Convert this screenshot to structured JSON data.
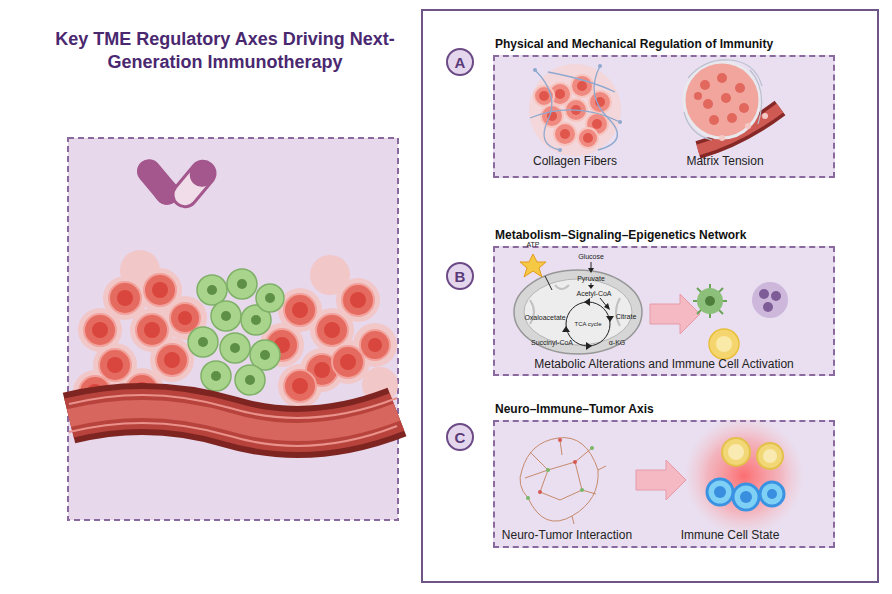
{
  "diagram": {
    "title": "Key TME Regulatory Axes Driving Next-Generation Immunotherapy",
    "nodes": [
      {
        "text": [
          "A"
        ]
      },
      {
        "text": [
          "Physical and Mechanical Regulation of Immunity"
        ]
      },
      {
        "text": [
          "B"
        ]
      },
      {
        "text": [
          "Metabolism–Signaling–Epigenetics Network"
        ]
      },
      {
        "text": [
          "C"
        ]
      },
      {
        "text": [
          "Neuro–Immune–Tumor Axis"
        ]
      }
    ],
    "labels": [
      "Collagen Fibers",
      "Matrix Tension",
      "ATP",
      "Glucose",
      "Pyruvate",
      "Acetyl-CoA",
      "Oxaloacetate",
      "Citrate",
      "TCA cycle",
      "Succinyl-CoA",
      "α-KG",
      "Metabolic Alterations and Immune Cell Activation",
      "Neuro-Tumor Interaction",
      "Immune Cell State"
    ]
  }
}
